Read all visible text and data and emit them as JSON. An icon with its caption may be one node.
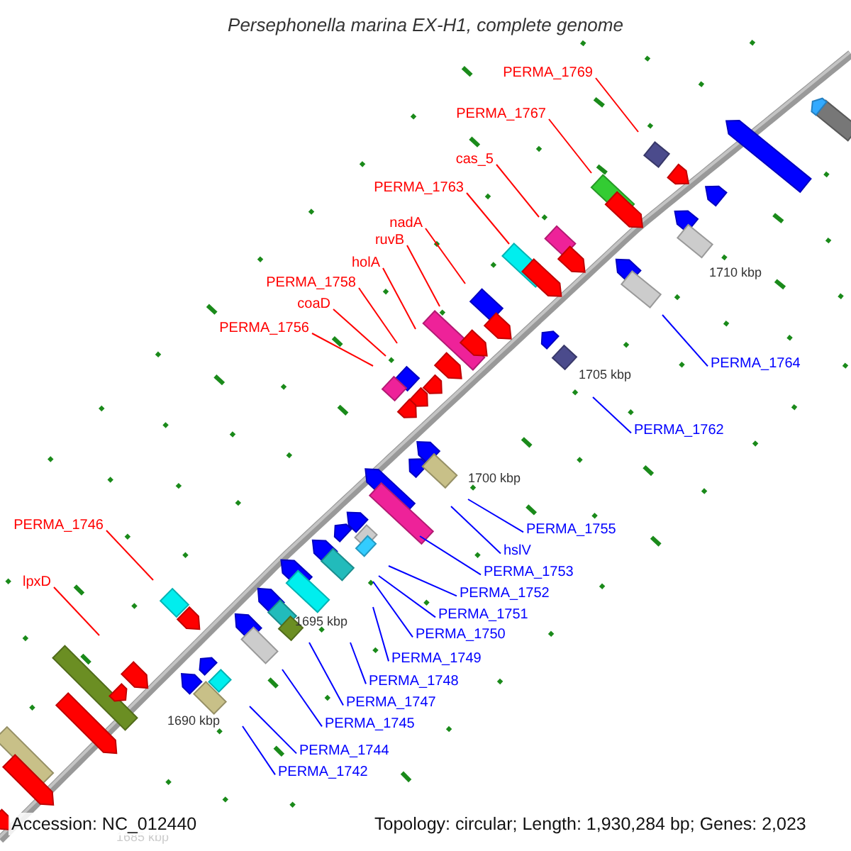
{
  "diagram": {
    "title": "Persephonella marina EX-H1, complete genome",
    "nodes": [
      {
        "text": [
          "PERMA_1769"
        ]
      },
      {
        "text": [
          "PERMA_1767"
        ]
      },
      {
        "text": [
          "cas_5"
        ]
      },
      {
        "text": [
          "PERMA_1763"
        ]
      },
      {
        "text": [
          "nadA"
        ]
      },
      {
        "text": [
          "ruvB"
        ]
      },
      {
        "text": [
          "holA"
        ]
      },
      {
        "text": [
          "PERMA_1758"
        ]
      },
      {
        "text": [
          "coaD"
        ]
      },
      {
        "text": [
          "PERMA_1756"
        ]
      },
      {
        "text": [
          "PERMA_1764"
        ]
      },
      {
        "text": [
          "PERMA_1762"
        ]
      },
      {
        "text": [
          "PERMA_1746"
        ]
      },
      {
        "text": [
          "lpxD"
        ]
      },
      {
        "text": [
          "PERMA_1755"
        ]
      },
      {
        "text": [
          "hslV"
        ]
      },
      {
        "text": [
          "PERMA_1753"
        ]
      },
      {
        "text": [
          "PERMA_1752"
        ]
      },
      {
        "text": [
          "PERMA_1751"
        ]
      },
      {
        "text": [
          "PERMA_1750"
        ]
      },
      {
        "text": [
          "PERMA_1749"
        ]
      },
      {
        "text": [
          "PERMA_1748"
        ]
      },
      {
        "text": [
          "PERMA_1747"
        ]
      },
      {
        "text": [
          "PERMA_1745"
        ]
      },
      {
        "text": [
          "PERMA_1744"
        ]
      },
      {
        "text": [
          "PERMA_1742"
        ]
      }
    ],
    "edges": [
      {
        "from": 0,
        "to": null,
        "arrow": "none",
        "color": "#ff0000"
      },
      {
        "from": 1,
        "to": null,
        "arrow": "none",
        "color": "#ff0000"
      },
      {
        "from": 2,
        "to": null,
        "arrow": "none",
        "color": "#ff0000"
      },
      {
        "from": 3,
        "to": null,
        "arrow": "none",
        "color": "#ff0000"
      },
      {
        "from": 4,
        "to": null,
        "arrow": "none",
        "color": "#ff0000"
      },
      {
        "from": 5,
        "to": null,
        "arrow": "none",
        "color": "#ff0000"
      },
      {
        "from": 6,
        "to": null,
        "arrow": "none",
        "color": "#ff0000"
      },
      {
        "from": 7,
        "to": null,
        "arrow": "none",
        "color": "#ff0000"
      },
      {
        "from": 8,
        "to": null,
        "arrow": "none",
        "color": "#ff0000"
      },
      {
        "from": 9,
        "to": null,
        "arrow": "none",
        "color": "#ff0000"
      },
      {
        "from": 10,
        "to": null,
        "arrow": "none"
      },
      {
        "from": 11,
        "to": null,
        "arrow": "none"
      },
      {
        "from": 12,
        "to": null,
        "arrow": "none",
        "color": "#ff0000"
      },
      {
        "from": 13,
        "to": null,
        "arrow": "none",
        "color": "#ff0000"
      },
      {
        "from": 14,
        "to": null,
        "arrow": "none"
      },
      {
        "from": 15,
        "to": null,
        "arrow": "none"
      },
      {
        "from": 16,
        "to": null,
        "arrow": "none"
      },
      {
        "from": 17,
        "to": null,
        "arrow": "none"
      },
      {
        "from": 18,
        "to": null,
        "arrow": "none"
      },
      {
        "from": 19,
        "to": null,
        "arrow": "none"
      },
      {
        "from": 20,
        "to": null,
        "arrow": "none"
      },
      {
        "from": 21,
        "to": null,
        "arrow": "none"
      },
      {
        "from": 22,
        "to": null,
        "arrow": "none"
      },
      {
        "from": 23,
        "to": null,
        "arrow": "none"
      },
      {
        "from": 24,
        "to": null,
        "arrow": "none"
      },
      {
        "from": 25,
        "to": null,
        "arrow": "none"
      }
    ],
    "labels": [
      "1710 kbp",
      "1705 kbp",
      "1700 kbp",
      "1695 kbp",
      "1690 kbp",
      "1685 kbp",
      "Accession: NC_012440",
      "Topology: circular; Length: 1,930,284 bp; Genes: 2,023"
    ]
  }
}
